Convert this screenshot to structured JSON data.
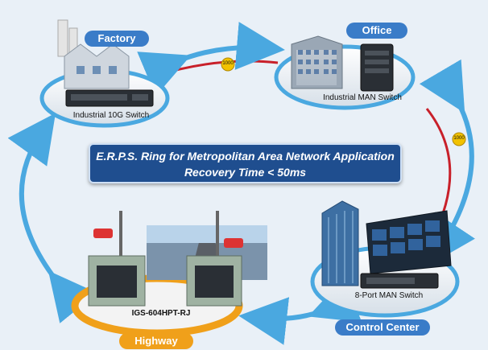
{
  "title": {
    "line1": "E.R.P.S. Ring for Metropolitan Area Network Application",
    "line2": "Recovery Time < 50ms"
  },
  "sites": {
    "factory": {
      "name": "Factory",
      "device": "Industrial 10G Switch"
    },
    "office": {
      "name": "Office",
      "device": "Industrial MAN Switch"
    },
    "control_center": {
      "name": "Control Center",
      "device": "8-Port MAN Switch"
    },
    "highway": {
      "name": "Highway",
      "device": "IGS-604HPT-RJ"
    }
  },
  "link_badges": [
    "1000",
    "1000"
  ],
  "colors": {
    "pill_blue": "#3a7cc8",
    "pill_orange": "#f0a01a",
    "ring_red": "#c8202a",
    "arrow_blue": "#4aa8e0",
    "title_bg": "#1f4e8f"
  }
}
